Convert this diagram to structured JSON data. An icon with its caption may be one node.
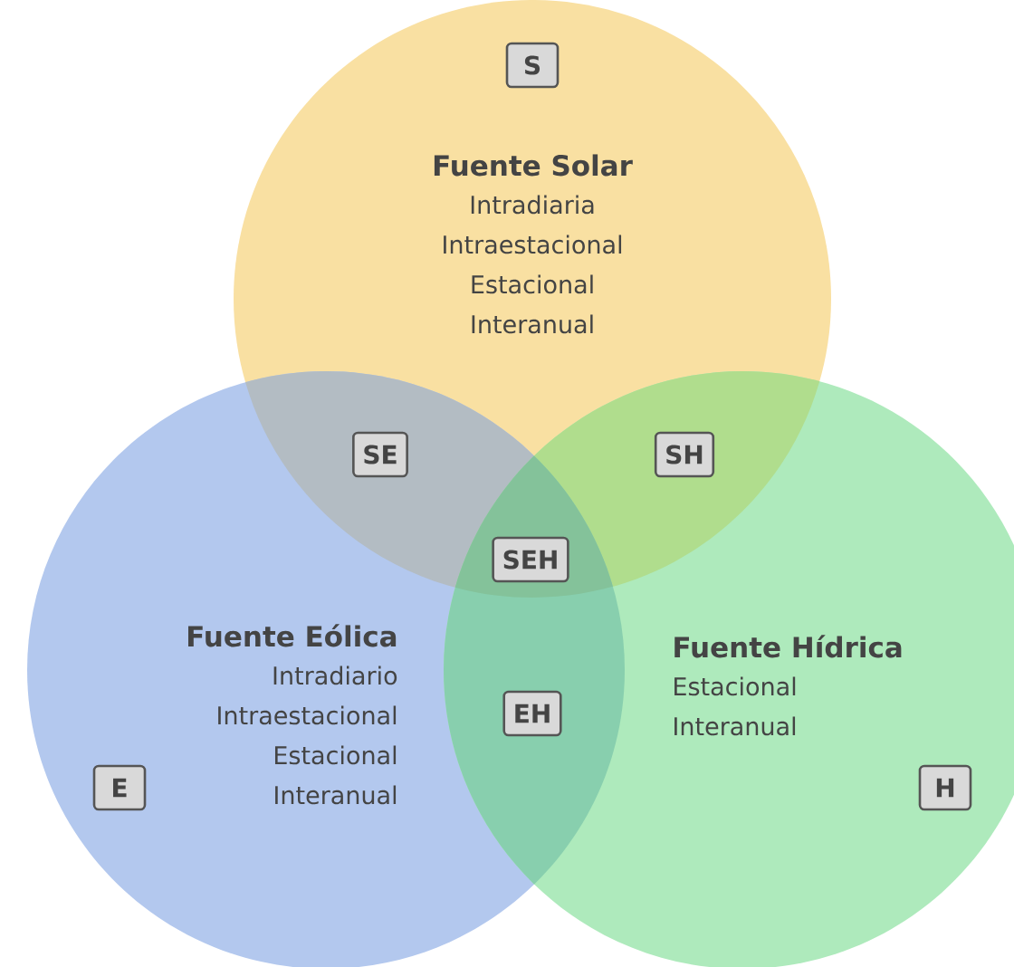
{
  "diagram": {
    "nodes": [
      {
        "text": [
          "Fuente Solar",
          "Intradiaria",
          "Intraestacional",
          "Estacional",
          "Interanual"
        ]
      },
      {
        "text": [
          "S"
        ],
        "in": 0
      },
      {
        "text": [
          "SE"
        ]
      },
      {
        "text": [
          "SH"
        ]
      },
      {
        "text": [
          "SEH"
        ]
      },
      {
        "text": [
          "Fuente Eólica",
          "Intradiario",
          "Intraestacional",
          "Estacional",
          "Interanual"
        ]
      },
      {
        "text": [
          "EH"
        ]
      },
      {
        "text": [
          "E"
        ],
        "in": 5
      },
      {
        "text": [
          "Fuente Hídrica",
          "Estacional",
          "Interanual"
        ]
      },
      {
        "text": [
          "H"
        ],
        "in": 8
      }
    ]
  }
}
